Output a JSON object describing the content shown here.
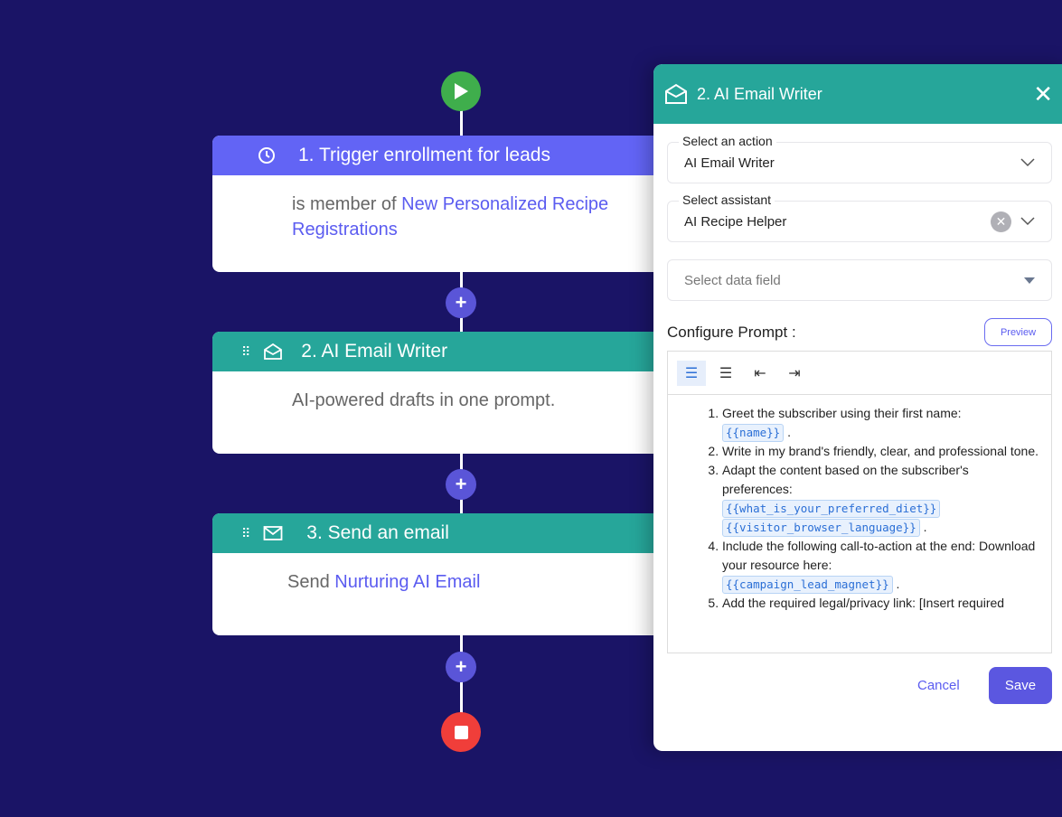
{
  "flow": {
    "steps": [
      {
        "title": "1. Trigger enrollment for leads",
        "prefix": "is member of ",
        "link": "New Personalized Recipe Registrations",
        "icon": "clock-icon",
        "color": "#6264f5"
      },
      {
        "title": "2. AI Email Writer",
        "text": "AI-powered drafts in one prompt.",
        "icon": "envelope-open-icon",
        "color": "#26a69a"
      },
      {
        "title": "3. Send an email",
        "prefix": "Send ",
        "link": "Nurturing AI Email",
        "icon": "envelope-icon",
        "color": "#26a69a"
      }
    ],
    "plus": "+"
  },
  "panel": {
    "title": "2. AI Email Writer",
    "action_label": "Select an action",
    "action_value": "AI Email Writer",
    "assistant_label": "Select assistant",
    "assistant_value": "AI Recipe Helper",
    "data_field_placeholder": "Select data field",
    "configure_label": "Configure Prompt :",
    "preview": "Preview",
    "prompt": {
      "i1": "Greet the subscriber using their first name:",
      "t1": "{{name}}",
      "i2": "Write in my brand's friendly, clear, and professional tone.",
      "i3": "Adapt the content based on the subscriber's preferences:",
      "t3a": "{{what_is_your_preferred_diet}}",
      "t3b": "{{visitor_browser_language}}",
      "i4": "Include the following call-to-action at the end: Download your resource here:",
      "t4": "{{campaign_lead_magnet}}",
      "i5": "Add the required legal/privacy link: [Insert required",
      "dot": "."
    },
    "cancel": "Cancel",
    "save": "Save"
  },
  "colors": {
    "background": "#1a1466",
    "teal": "#26a69a",
    "purple": "#6264f5",
    "accent": "#5a55d8",
    "start": "#3fae4c",
    "stop": "#f03e3a"
  }
}
